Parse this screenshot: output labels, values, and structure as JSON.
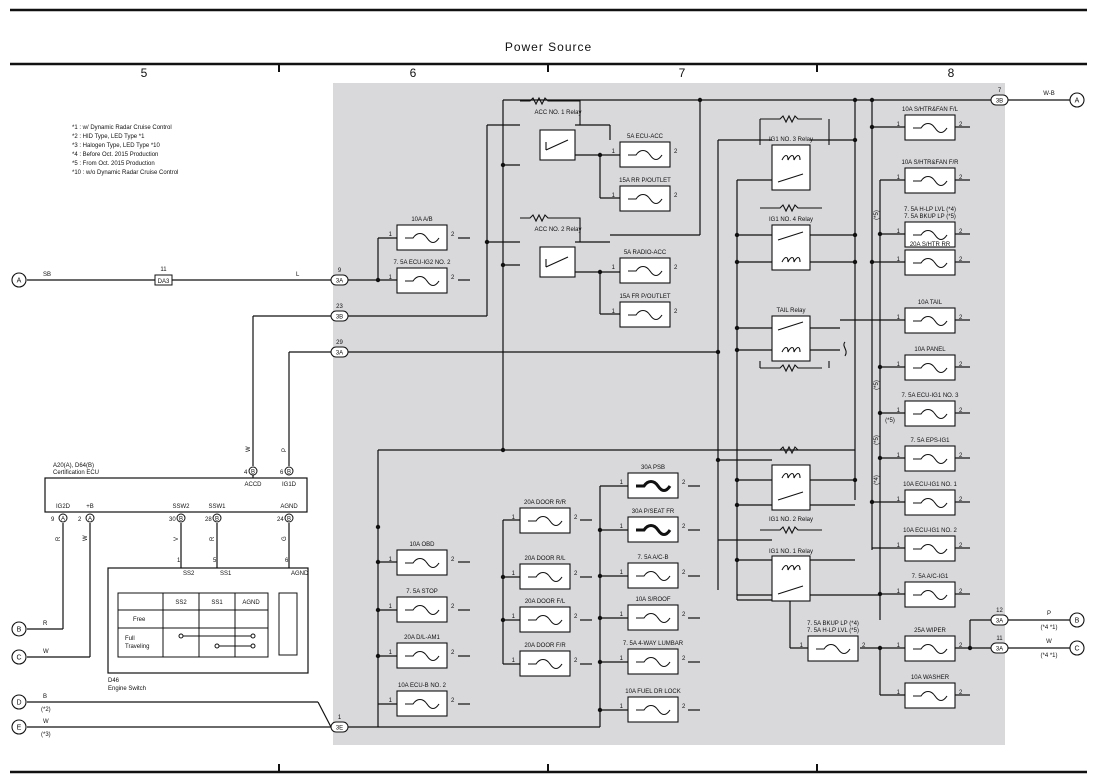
{
  "page": {
    "title": "Power Source"
  },
  "columns": [
    "5",
    "6",
    "7",
    "8"
  ],
  "notes": [
    "*1 : w/ Dynamic Radar Cruise Control",
    "*2 : HID Type,  LED Type *1",
    "*3 : Halogen Type,  LED Type *10",
    "*4 : Before Oct. 2015 Production",
    "*5 : From Oct. 2015 Production",
    "*10 : w/o Dynamic Radar Cruise Control"
  ],
  "ecu": {
    "code": "A20(A), D64(B)",
    "name": "Certification ECU",
    "top_pins": [
      {
        "num": "4",
        "conn": "B",
        "label": "ACCD",
        "wire": "W"
      },
      {
        "num": "6",
        "conn": "B",
        "label": "IG1D",
        "wire": "P"
      }
    ],
    "bottom_pins": [
      {
        "num": "9",
        "conn": "A",
        "label": "IG2D",
        "wire": "R"
      },
      {
        "num": "2",
        "conn": "A",
        "label": "+B",
        "wire": "W"
      },
      {
        "num": "30",
        "conn": "B",
        "label": "SSW2",
        "wire": "V"
      },
      {
        "num": "28",
        "conn": "B",
        "label": "SSW1",
        "wire": "R"
      },
      {
        "num": "24",
        "conn": "B",
        "label": "AGND",
        "wire": "G"
      }
    ]
  },
  "engine_switch": {
    "code": "D46",
    "name": "Engine Switch",
    "pins": [
      {
        "num": "1",
        "label": "SS2"
      },
      {
        "num": "5",
        "label": "SS1"
      },
      {
        "num": "6",
        "label": "AGND"
      }
    ],
    "table": {
      "headers": [
        "",
        "SS2",
        "SS1",
        "AGND"
      ],
      "rows": [
        "Free",
        "Full Traveling"
      ]
    }
  },
  "left_refs": [
    {
      "letter": "A",
      "wire": "SB",
      "note": ""
    },
    {
      "letter": "B",
      "wire": "R",
      "note": ""
    },
    {
      "letter": "C",
      "wire": "W",
      "note": ""
    },
    {
      "letter": "D",
      "wire": "B",
      "note": "(*2)"
    },
    {
      "letter": "E",
      "wire": "W",
      "note": "(*3)"
    }
  ],
  "right_refs": [
    {
      "letter": "A",
      "wire": "W-B",
      "num": "7",
      "conn": "3B",
      "note": ""
    },
    {
      "letter": "B",
      "wire": "P",
      "num": "12",
      "conn": "3A",
      "note": "(*4 *1)"
    },
    {
      "letter": "C",
      "wire": "W",
      "num": "11",
      "conn": "3A",
      "note": "(*4 *1)"
    }
  ],
  "connectors": [
    {
      "num": "9",
      "conn": "3A",
      "wire": "L"
    },
    {
      "num": "23",
      "conn": "3B",
      "wire": ""
    },
    {
      "num": "29",
      "conn": "3A",
      "wire": ""
    },
    {
      "num": "1",
      "conn": "3E",
      "wire": ""
    }
  ],
  "inline_conn": {
    "num": "11",
    "conn": "DA3"
  },
  "relays": [
    "ACC NO. 1 Relay",
    "ACC NO. 2 Relay",
    "IG1 NO. 3 Relay",
    "IG1 NO. 4 Relay",
    "TAIL Relay",
    "IG1 NO. 2 Relay",
    "IG1 NO. 1 Relay"
  ],
  "fuses": [
    "10A A/B",
    "7. 5A ECU-IG2 NO. 2",
    "5A ECU-ACC",
    "15A RR P/OUTLET",
    "5A RADIO-ACC",
    "15A FR P/OUTLET",
    "10A OBD",
    "7. 5A STOP",
    "20A D/L-AM1",
    "10A ECU-B NO. 2",
    "20A DOOR R/R",
    "20A DOOR R/L",
    "20A DOOR F/L",
    "20A DOOR F/R",
    "30A PSB",
    "30A P/SEAT FR",
    "7. 5A A/C-B",
    "10A S/ROOF",
    "7. 5A 4-WAY LUMBAR",
    "10A FUEL DR LOCK",
    "10A S/HTR&FAN F/L",
    "10A S/HTR&FAN F/R",
    "7. 5A H-LP LVL (*4)\n7. 5A BKUP LP (*5)",
    "20A S/HTR RR",
    "10A TAIL",
    "10A PANEL",
    "7. 5A ECU-IG1 NO. 3",
    "7. 5A EPS-IG1",
    "10A ECU-IG1 NO. 1",
    "10A ECU-IG1 NO. 2",
    "7. 5A A/C-IG1",
    "7. 5A BKUP LP (*4)\n7. 5A H-LP LVL (*5)",
    "25A WIPER",
    "10A WASHER"
  ],
  "side_notes": [
    "(*5)",
    "(*5)",
    "(*5)",
    "(*5)",
    "(*4)"
  ],
  "pin_labels": {
    "one": "1",
    "two": "2"
  }
}
